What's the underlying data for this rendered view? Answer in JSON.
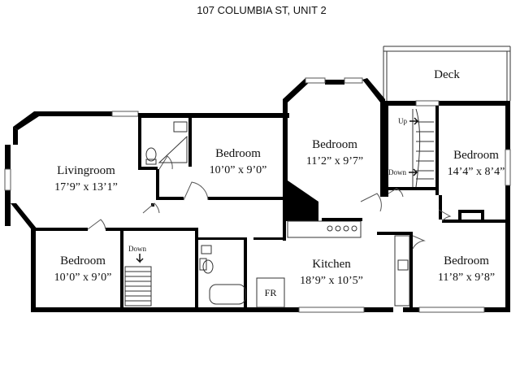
{
  "title": "107 COLUMBIA ST, UNIT 2",
  "rooms": {
    "livingroom": {
      "name": "Livingroom",
      "dims": "17’9” x 13’1”"
    },
    "bedroom_center": {
      "name": "Bedroom",
      "dims": "10’0” x 9’0”"
    },
    "bedroom_octagon": {
      "name": "Bedroom",
      "dims": "11’2” x 9’7”"
    },
    "bedroom_right_top": {
      "name": "Bedroom",
      "dims": "14’4” x 8’4”"
    },
    "bedroom_left_bottom": {
      "name": "Bedroom",
      "dims": "10’0” x 9’0”"
    },
    "kitchen": {
      "name": "Kitchen",
      "dims": "18’9” x 10’5”"
    },
    "bedroom_right_bottom": {
      "name": "Bedroom",
      "dims": "11’8” x 9’8”"
    },
    "deck": {
      "name": "Deck"
    }
  },
  "labels": {
    "stairs_up": "Up",
    "stairs_down_right": "Down",
    "stairs_down_left": "Down",
    "fr": "FR"
  }
}
